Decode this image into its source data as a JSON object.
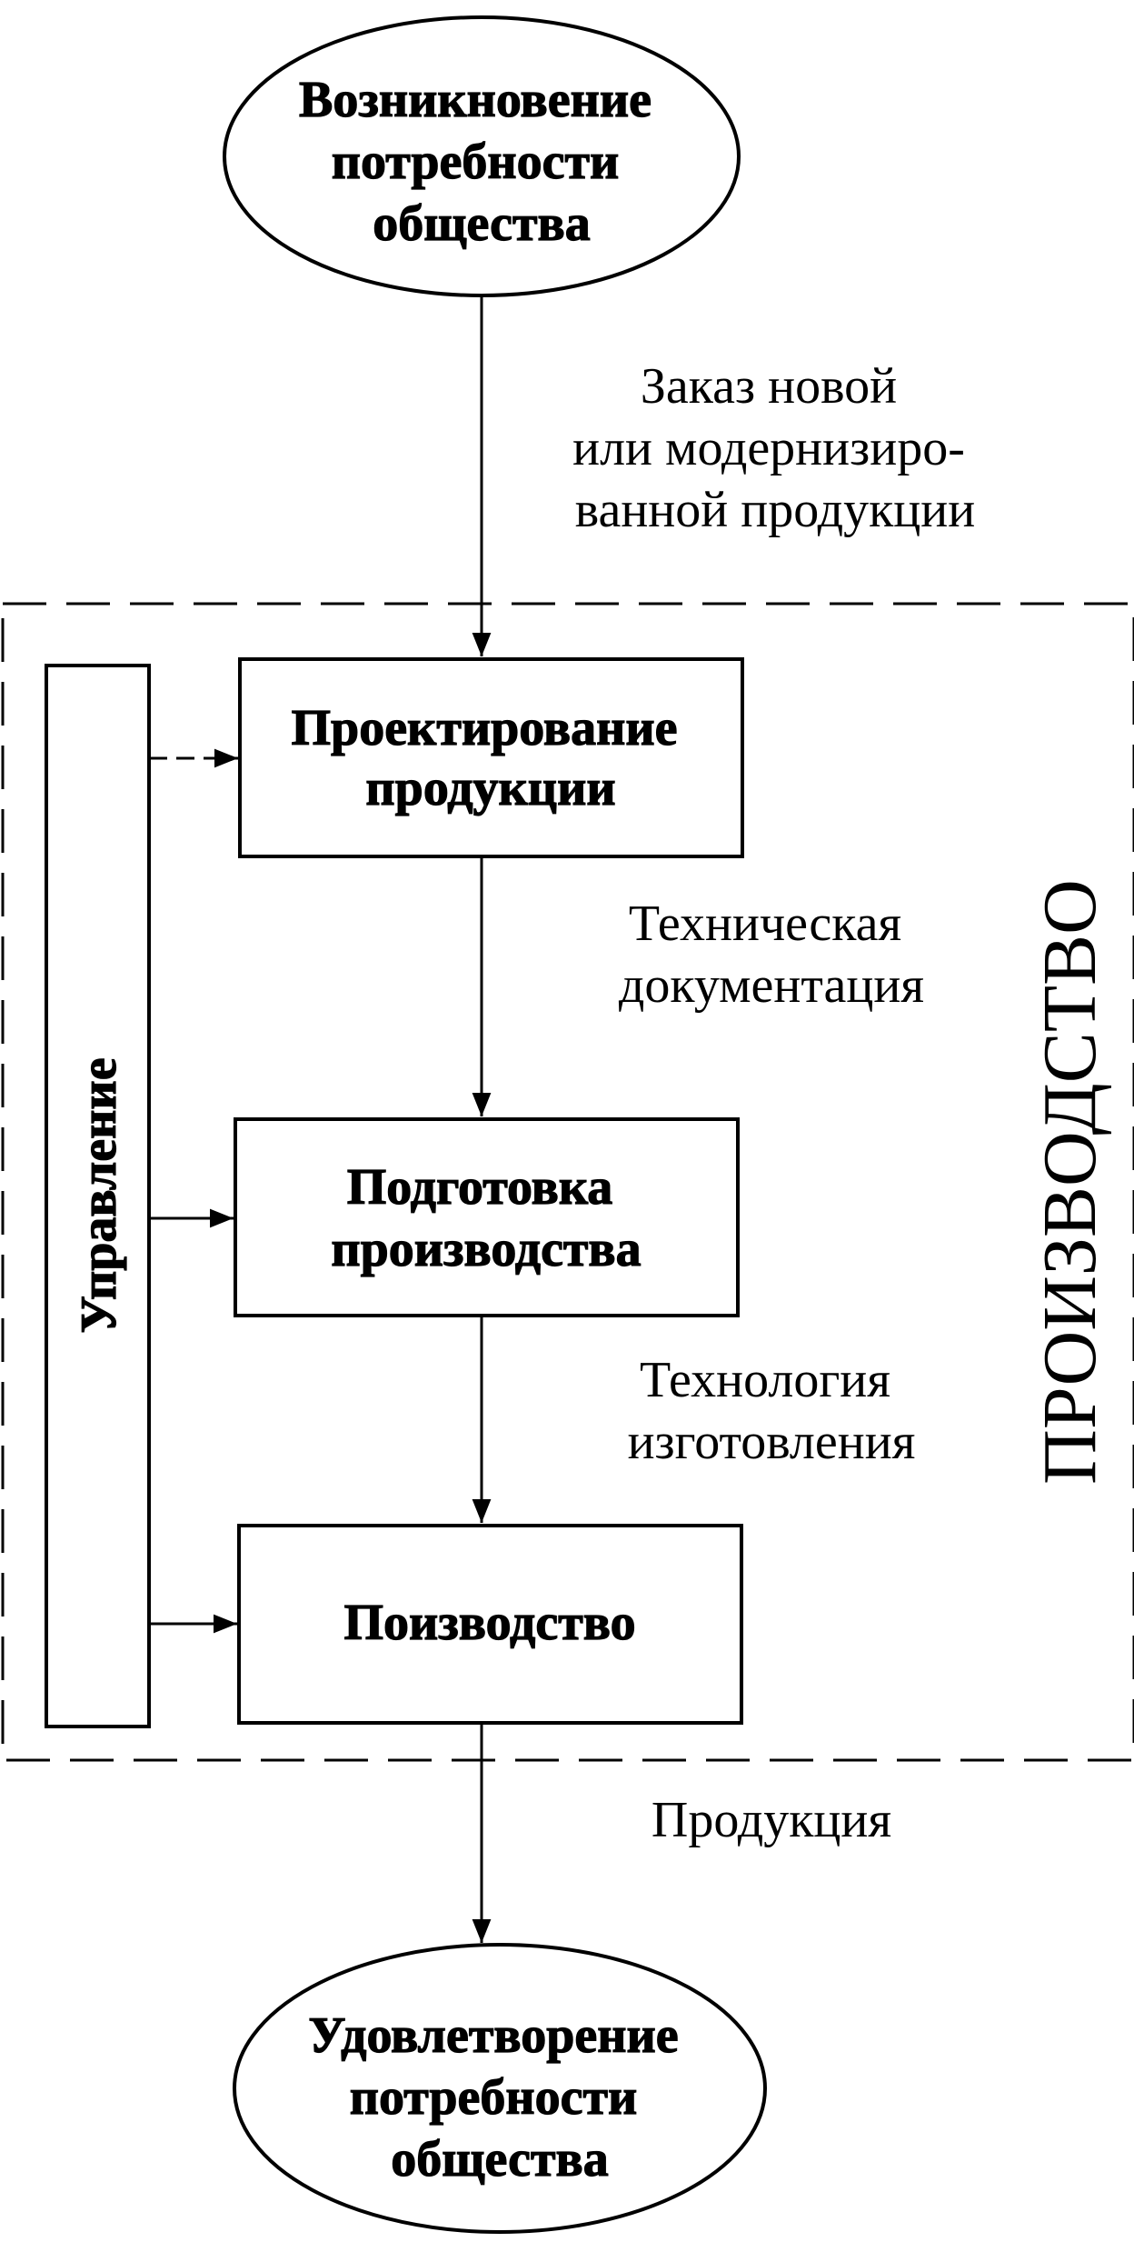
{
  "nodes": {
    "need_origin": {
      "lines": [
        "Возникновение",
        "потребности",
        "общества"
      ]
    },
    "design": {
      "lines": [
        "Проектирование",
        "продукции"
      ]
    },
    "prep": {
      "lines": [
        "Подготовка",
        "производства"
      ]
    },
    "production": {
      "lines": [
        "Поизводство"
      ]
    },
    "need_satisfied": {
      "lines": [
        "Удовлетворение",
        "потребности",
        "общества"
      ]
    },
    "management": {
      "label": "Управление"
    }
  },
  "edge_labels": {
    "order": [
      "Заказ новой",
      "или модернизиро-",
      "ванной продукции"
    ],
    "tech_docs": [
      "Техническая",
      "документация"
    ],
    "technology": [
      "Технология",
      "изготовления"
    ],
    "output": [
      "Продукция"
    ]
  },
  "frame": {
    "label": "ПРОИЗВОДСТВО"
  }
}
